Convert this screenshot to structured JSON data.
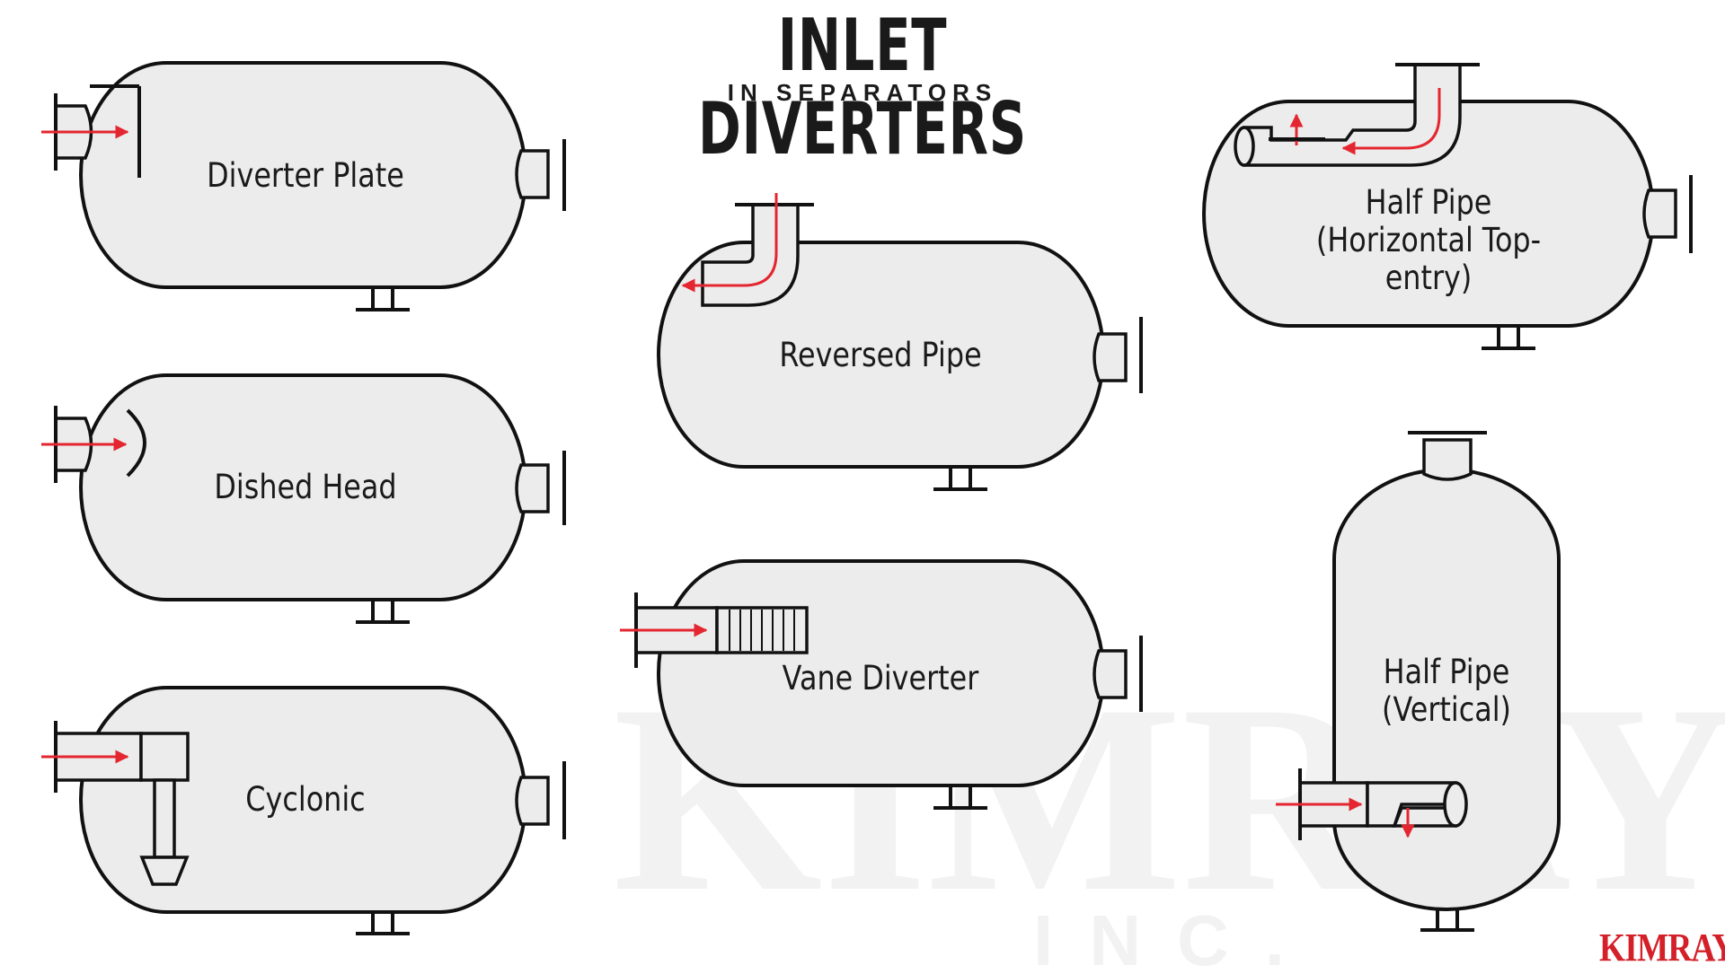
{
  "title": "INLET DIVERTERS",
  "subtitle": "IN SEPARATORS",
  "vessels": [
    {
      "label": "Diverter Plate"
    },
    {
      "label": "Dished Head"
    },
    {
      "label": "Cyclonic"
    },
    {
      "label": "Reversed Pipe"
    },
    {
      "label": "Vane Diverter"
    },
    {
      "label": "Half Pipe\n(Horizontal Top-entry)"
    },
    {
      "label": "Half Pipe\n(Vertical)"
    }
  ],
  "watermark": "KIMRAY",
  "watermark_sub": "INC.",
  "logo": "KIMRAY",
  "colors": {
    "arrow": "#e3262f",
    "vessel_fill": "#ececec",
    "outline": "#111111",
    "logo": "#d42029",
    "watermark": "#f2f2f2"
  }
}
